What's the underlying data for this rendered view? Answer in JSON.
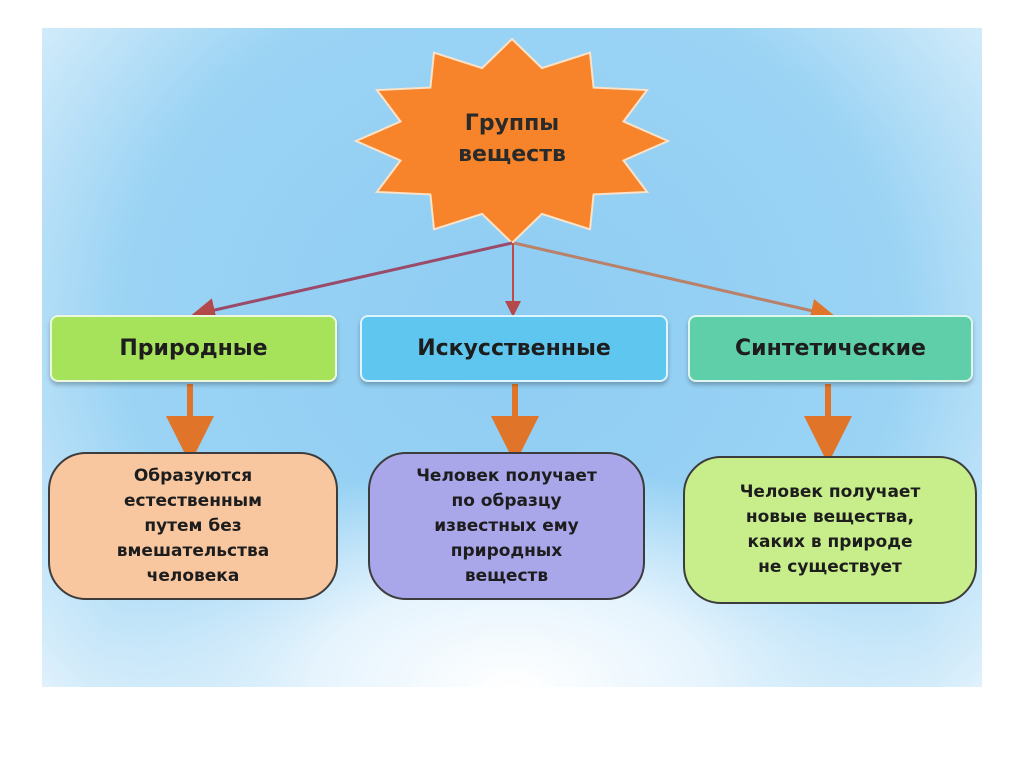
{
  "title": "Группы\nвеществ",
  "categories": [
    {
      "label": "Природные",
      "description": "Образуются\nестественным\nпутем без\nвмешательства\nчеловека",
      "color": "#a6e25a",
      "desc_color": "#f8c7a0"
    },
    {
      "label": "Искусственные",
      "description": "Человек получает\nпо образцу\nизвестных ему\nприродных\nвеществ",
      "color": "#5ec6ef",
      "desc_color": "#a9a6ea"
    },
    {
      "label": "Синтетические",
      "description": "Человек получает\nновые вещества,\nкаких в природе\nне существует",
      "color": "#5ecfa8",
      "desc_color": "#c8ee8c"
    }
  ],
  "colors": {
    "star": "#f7842a",
    "arrow": "#b3494a",
    "connector": "#e0752a"
  }
}
